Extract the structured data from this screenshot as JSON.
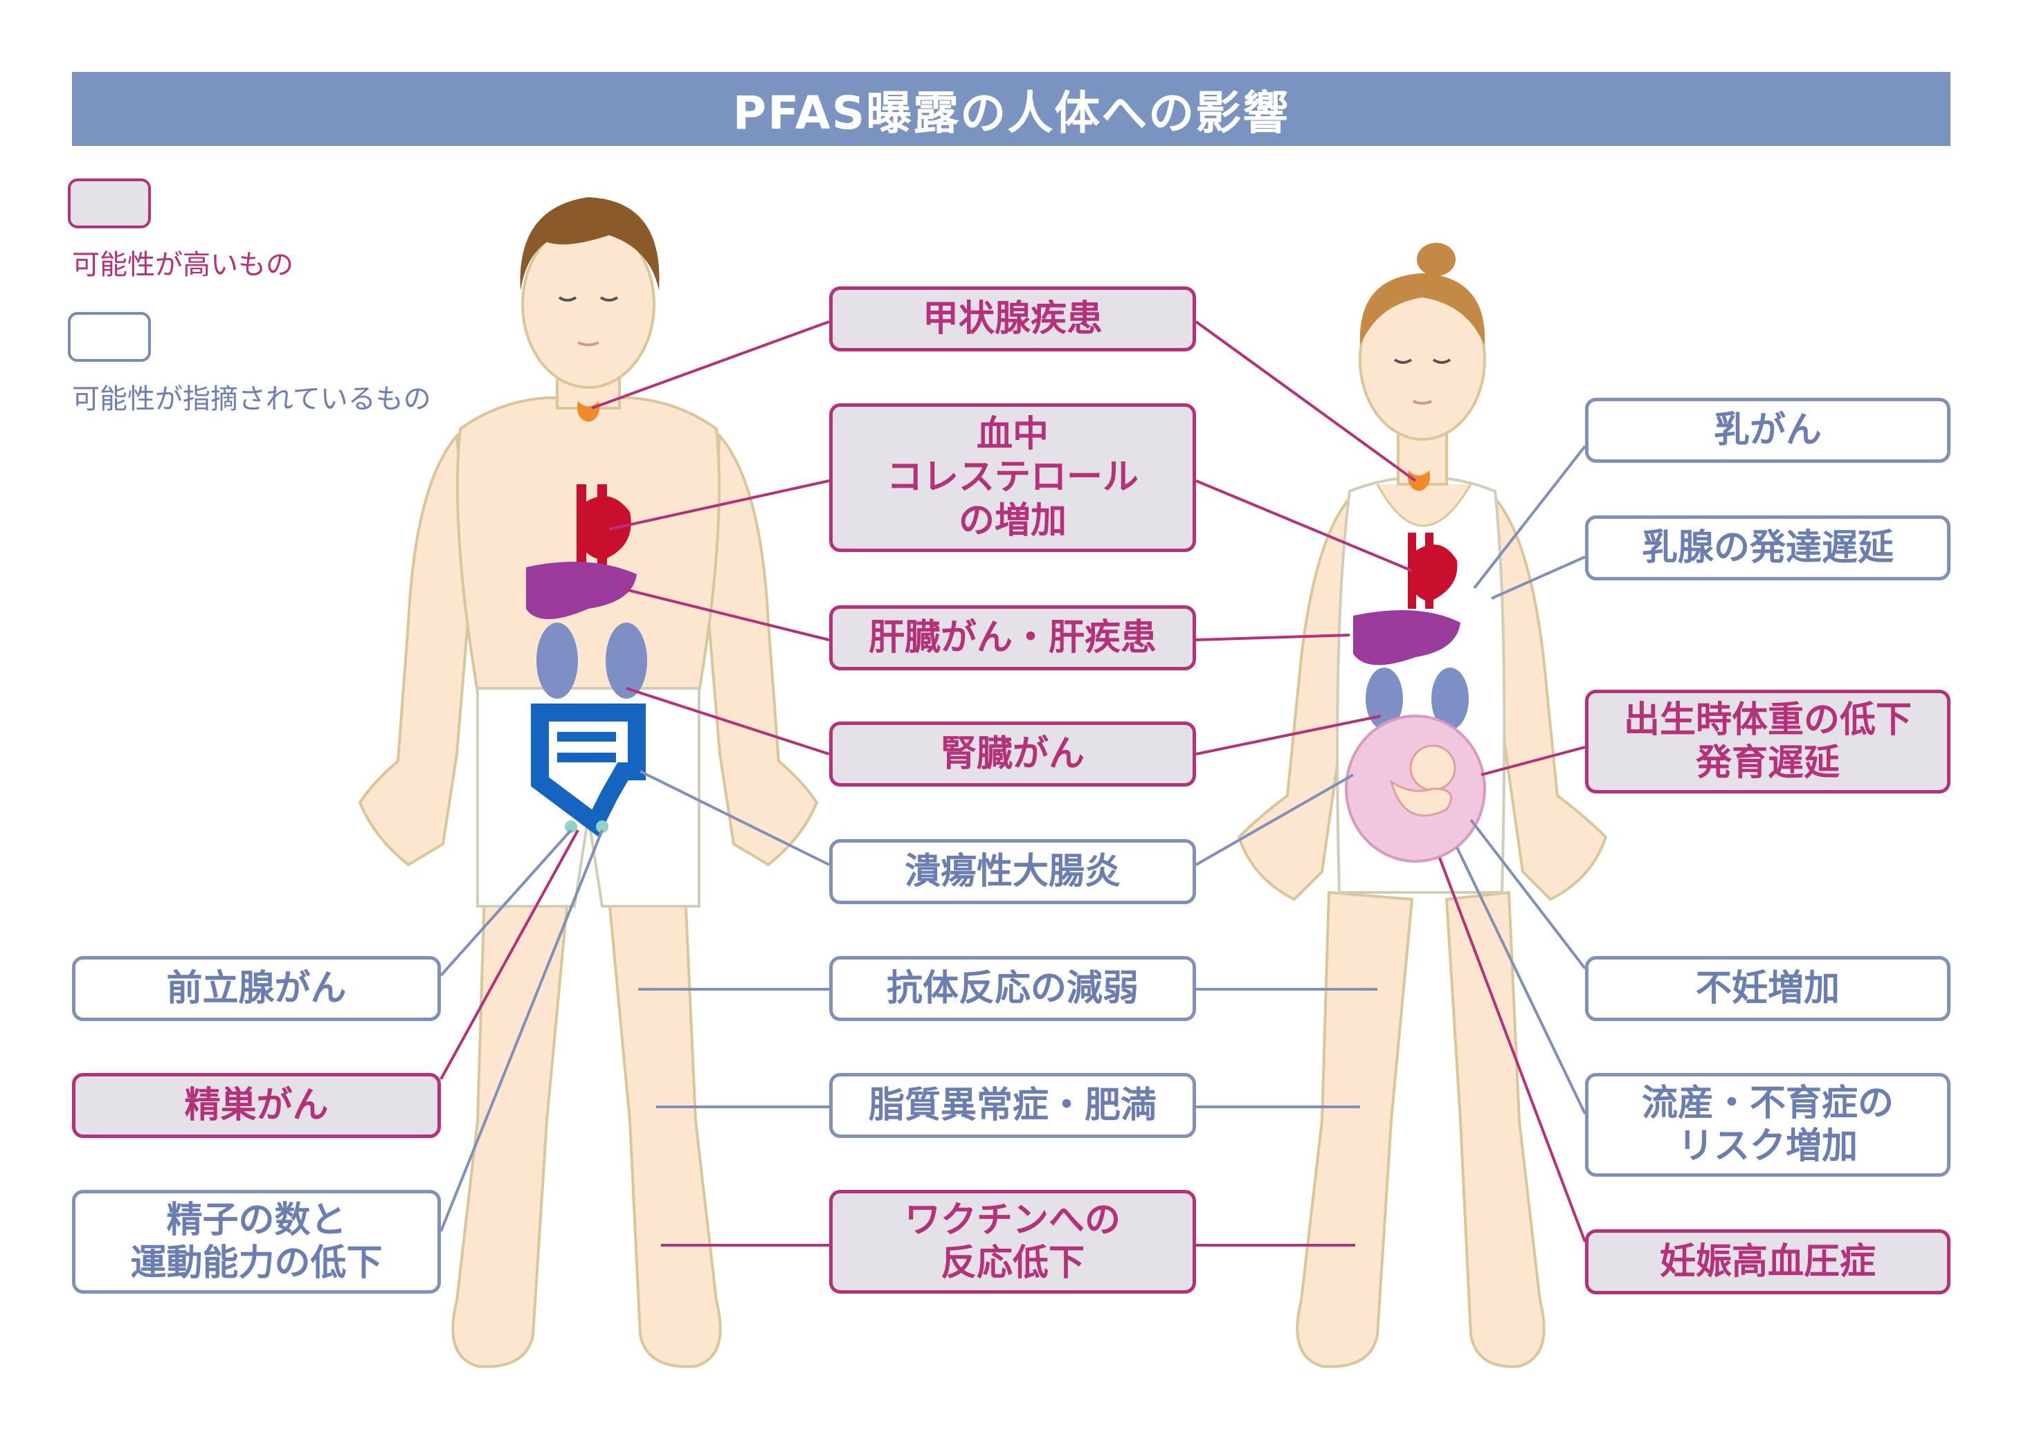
{
  "title": "PFAS曝露の人体への影響",
  "legend": {
    "high_label": "可能性が高いもの",
    "suggested_label": "可能性が指摘されているもの"
  },
  "colors": {
    "title_bar": "#7b93c0",
    "high_border": "#b5317a",
    "high_fill": "#e5e1e8",
    "suggested_border": "#8090b8",
    "suggested_text": "#6a7eb2",
    "skin": "#fce6cf"
  },
  "effects": {
    "thyroid_disease": "甲状腺疾患",
    "blood_cholesterol": "血中\nコレステロール\nの増加",
    "liver_cancer": "肝臓がん・肝疾患",
    "kidney_cancer": "腎臓がん",
    "ulcerative_colitis": "潰瘍性大腸炎",
    "antibody_response": "抗体反応の減弱",
    "dyslipidemia": "脂質異常症・肥満",
    "vaccine_response": "ワクチンへの\n反応低下",
    "prostate_cancer": "前立腺がん",
    "testicular_cancer": "精巣がん",
    "sperm": "精子の数と\n運動能力の低下",
    "breast_cancer": "乳がん",
    "mammary_development": "乳腺の発達遅延",
    "birth_weight": "出生時体重の低下\n発育遅延",
    "infertility": "不妊増加",
    "miscarriage": "流産・不育症の\nリスク増加",
    "preeclampsia": "妊娠高血圧症"
  }
}
